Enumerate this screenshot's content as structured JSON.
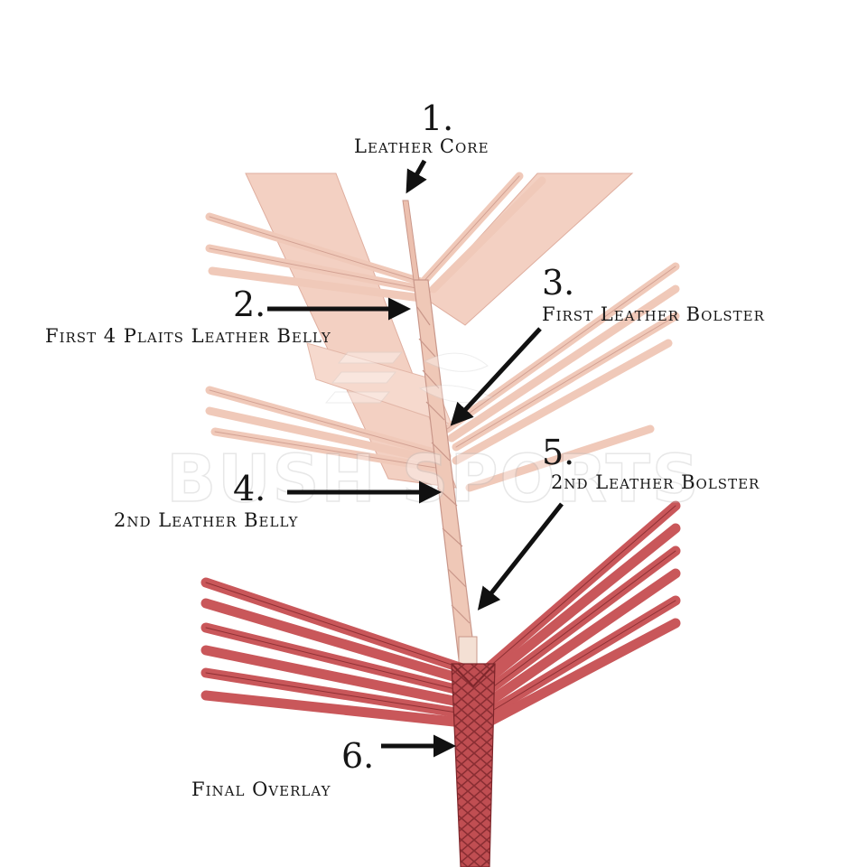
{
  "labels": [
    {
      "number": "1.",
      "caption": "Leather Core"
    },
    {
      "number": "2.",
      "caption": "First 4 Plaits Leather Belly"
    },
    {
      "number": "3.",
      "caption": "First Leather Bolster"
    },
    {
      "number": "4.",
      "caption": "2nd Leather Belly"
    },
    {
      "number": "5.",
      "caption": "2nd Leather Bolster"
    },
    {
      "number": "6.",
      "caption": "Final Overlay"
    }
  ],
  "watermark": {
    "text": "BUSH SPORTS"
  },
  "colors": {
    "raw_leather": "#f2cdbd",
    "raw_leather_shade": "#d9a898",
    "red_leather": "#c95a5c",
    "red_leather_dark": "#8f3034",
    "text": "#161616"
  }
}
